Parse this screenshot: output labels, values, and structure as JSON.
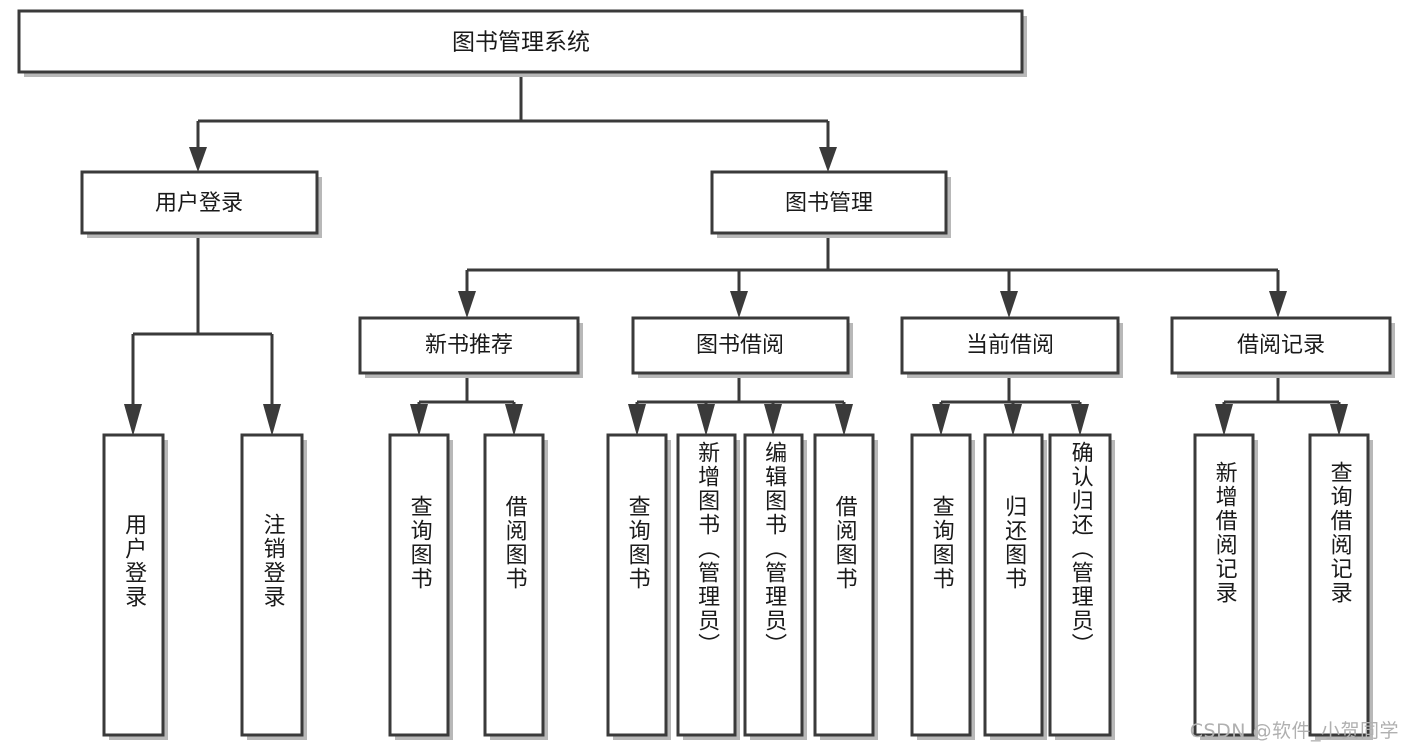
{
  "diagram": {
    "type": "hierarchy-tree",
    "title": "图书管理系统",
    "orientation": "top-down",
    "colors": {
      "box_stroke": "#3a3a3a",
      "box_fill": "#ffffff",
      "connector": "#3a3a3a",
      "shadow": "#b8b8b8",
      "text": "#1a1a1a",
      "watermark": "#b0b0b0",
      "background": "#ffffff"
    },
    "root": {
      "label": "图书管理系统"
    },
    "level2": [
      {
        "label": "用户登录"
      },
      {
        "label": "图书管理"
      }
    ],
    "level3": [
      {
        "label": "新书推荐"
      },
      {
        "label": "图书借阅"
      },
      {
        "label": "当前借阅"
      },
      {
        "label": "借阅记录"
      }
    ],
    "leaves": {
      "user_login": [
        {
          "label": "用户登录"
        },
        {
          "label": "注销登录"
        }
      ],
      "new_book_recommend": [
        {
          "label": "查询图书"
        },
        {
          "label": "借阅图书"
        }
      ],
      "book_borrow": [
        {
          "label": "查询图书"
        },
        {
          "label": "新增图书（管理员）"
        },
        {
          "label": "编辑图书（管理员）"
        },
        {
          "label": "借阅图书"
        }
      ],
      "current_borrow": [
        {
          "label": "查询图书"
        },
        {
          "label": "归还图书"
        },
        {
          "label": "确认归还（管理员）"
        }
      ],
      "borrow_records": [
        {
          "label": "新增借阅记录"
        },
        {
          "label": "查询借阅记录"
        }
      ]
    }
  },
  "watermark": {
    "text": "CSDN @软件_小贺同学"
  }
}
